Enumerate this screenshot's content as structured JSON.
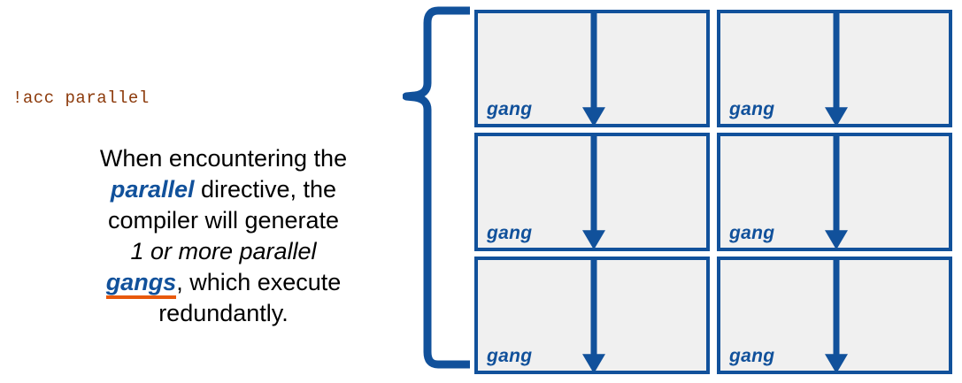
{
  "slide": {
    "code_directive": "!acc parallel",
    "description": {
      "line1": "When encountering the",
      "keyword_parallel": "parallel",
      "line2_rest": " directive, the",
      "line3": "compiler will generate",
      "emphasis": "1 or more parallel",
      "keyword_gangs": "gangs",
      "line5_rest": ", which execute",
      "line6": "redundantly."
    },
    "colors": {
      "code_text": "#8c3a0b",
      "accent_blue": "#11519b",
      "underline_orange": "#e8590c",
      "box_fill": "#f0f0f0",
      "background": "#ffffff"
    },
    "brace": {
      "icon": "left-curly-brace-icon",
      "orientation": "opens-right"
    },
    "grid": {
      "columns": 2,
      "rows": 3,
      "cells": [
        {
          "label": "gang",
          "arrow": "down-arrow-icon"
        },
        {
          "label": "gang",
          "arrow": "down-arrow-icon"
        },
        {
          "label": "gang",
          "arrow": "down-arrow-icon"
        },
        {
          "label": "gang",
          "arrow": "down-arrow-icon"
        },
        {
          "label": "gang",
          "arrow": "down-arrow-icon"
        },
        {
          "label": "gang",
          "arrow": "down-arrow-icon"
        }
      ]
    }
  }
}
